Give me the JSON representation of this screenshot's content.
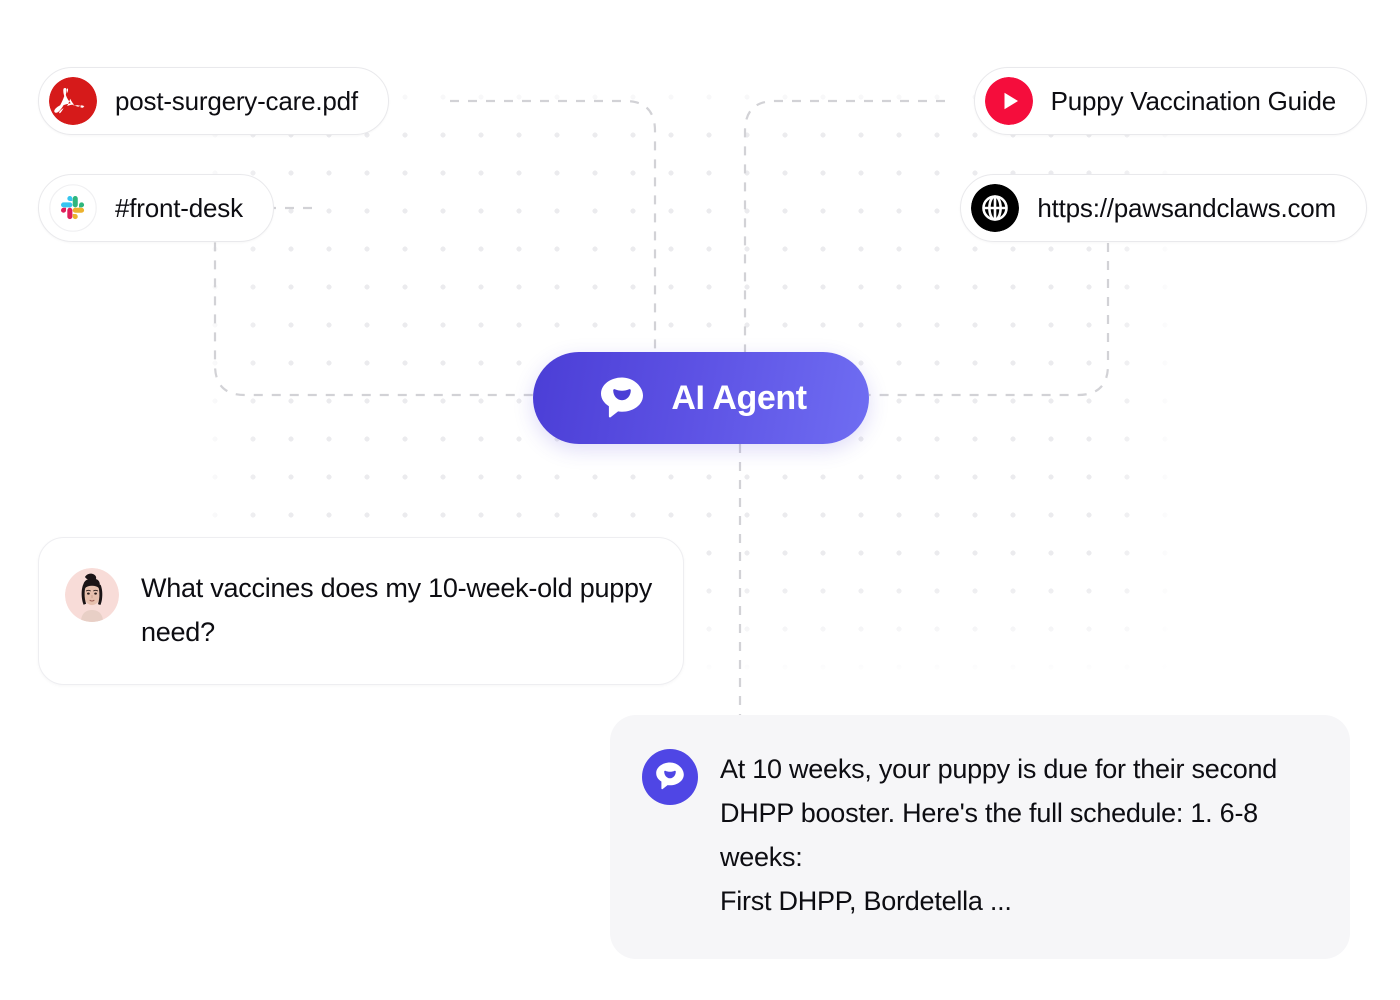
{
  "agent": {
    "label": "AI Agent",
    "logo_icon": "chat-bubble-icon",
    "gradient_from": "#4b3ed6",
    "gradient_to": "#6f6df2"
  },
  "sources": [
    {
      "id": "pdf",
      "label": "post-surgery-care.pdf",
      "icon": "adobe-pdf-icon",
      "icon_color": "#d61a1a",
      "position": "top-left"
    },
    {
      "id": "slack",
      "label": "#front-desk",
      "icon": "slack-icon",
      "icon_color": "#36c5f0",
      "position": "bottom-left"
    },
    {
      "id": "youtube",
      "label": "Puppy Vaccination Guide",
      "icon": "youtube-icon",
      "icon_color": "#f50d3c",
      "position": "top-right"
    },
    {
      "id": "web",
      "label": "https://pawsandclaws.com",
      "icon": "globe-icon",
      "icon_color": "#000000",
      "position": "bottom-right"
    }
  ],
  "conversation": {
    "user_message": {
      "text": "What vaccines does my 10-week-old puppy need?",
      "avatar_icon": "user-avatar-photo"
    },
    "bot_message": {
      "text": "At 10 weeks, your puppy is due for their second DHPP booster. Here's the full schedule: 1. 6-8 weeks:\nFirst DHPP, Bordetella ...",
      "avatar_icon": "chat-bubble-avatar",
      "avatar_color": "#4f46e5"
    }
  }
}
